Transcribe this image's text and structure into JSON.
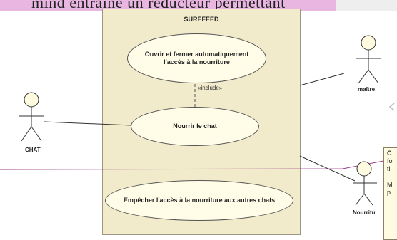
{
  "header": {
    "text": "mind   entraîne   un   réducteur   permettant"
  },
  "system": {
    "title": "SUREFEED"
  },
  "use_cases": {
    "open_close": "Ouvrir et fermer automatiquement l'accès à la nourriture",
    "feed": "Nourrir le chat",
    "prevent": "Empêcher l'accès  à la nourriture aux autres chats"
  },
  "relations": {
    "include": "«include»"
  },
  "actors": {
    "chat": "CHAT",
    "maitre": "maître",
    "nourriture": "Nourritu"
  },
  "note": {
    "line1": "C",
    "line2": "fo",
    "line3": "ti",
    "line4": "",
    "line5": "M",
    "line6": "p"
  },
  "colors": {
    "system_bg": "#f1ebcb",
    "usecase_bg": "#fffce8",
    "highlight": "#e9b6e2",
    "note_bg": "#fffbe0",
    "connector": "#9a3b8a"
  }
}
